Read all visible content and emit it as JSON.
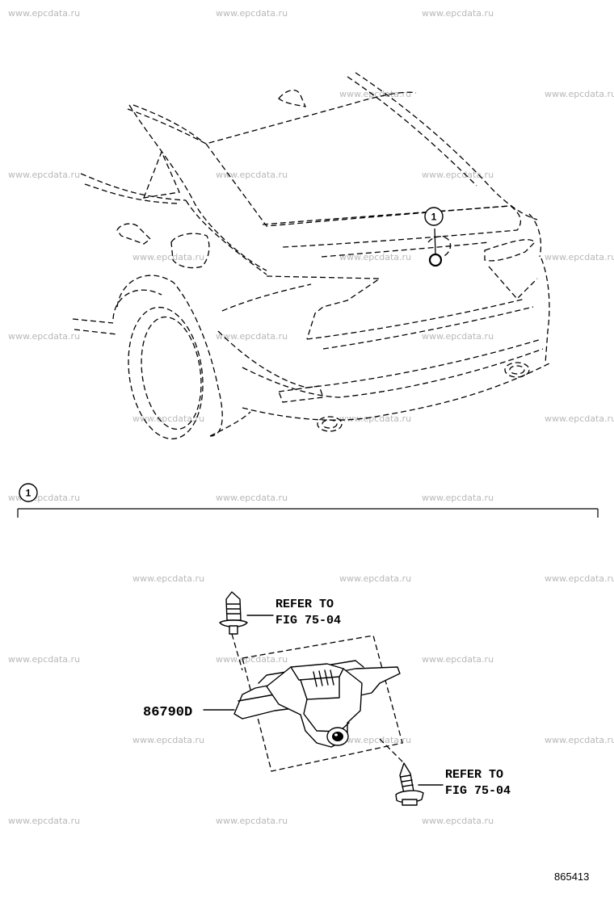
{
  "watermark": "www.epcdata.ru",
  "marker": {
    "number": "1"
  },
  "callouts": {
    "top_bolt": {
      "line1": "REFER TO",
      "line2": "FIG 75-04"
    },
    "bottom_bolt": {
      "line1": "REFER TO",
      "line2": "FIG 75-04"
    }
  },
  "part_number": "86790D",
  "figure_id": "865413"
}
